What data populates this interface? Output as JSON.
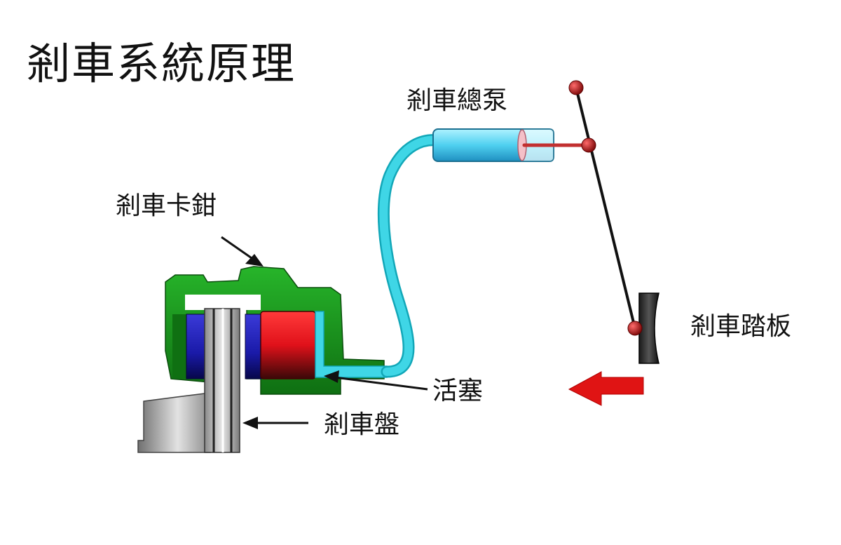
{
  "diagram": {
    "title": "剎車系統原理",
    "labels": {
      "master_cylinder": "剎車總泵",
      "caliper": "剎車卡鉗",
      "pedal": "剎車踏板",
      "piston": "活塞",
      "disc": "剎車盤"
    },
    "colors": {
      "caliper": "#1f9e22",
      "caliper_dark": "#0d5c10",
      "fluid": "#3fd6e6",
      "fluid_edge": "#12a7b8",
      "piston": "#e0111a",
      "pad_blue": "#1a1aa8",
      "disc": "#bdbdbd",
      "pivot": "#b01818",
      "arrow": "#e01414",
      "lever": "#111111"
    }
  }
}
